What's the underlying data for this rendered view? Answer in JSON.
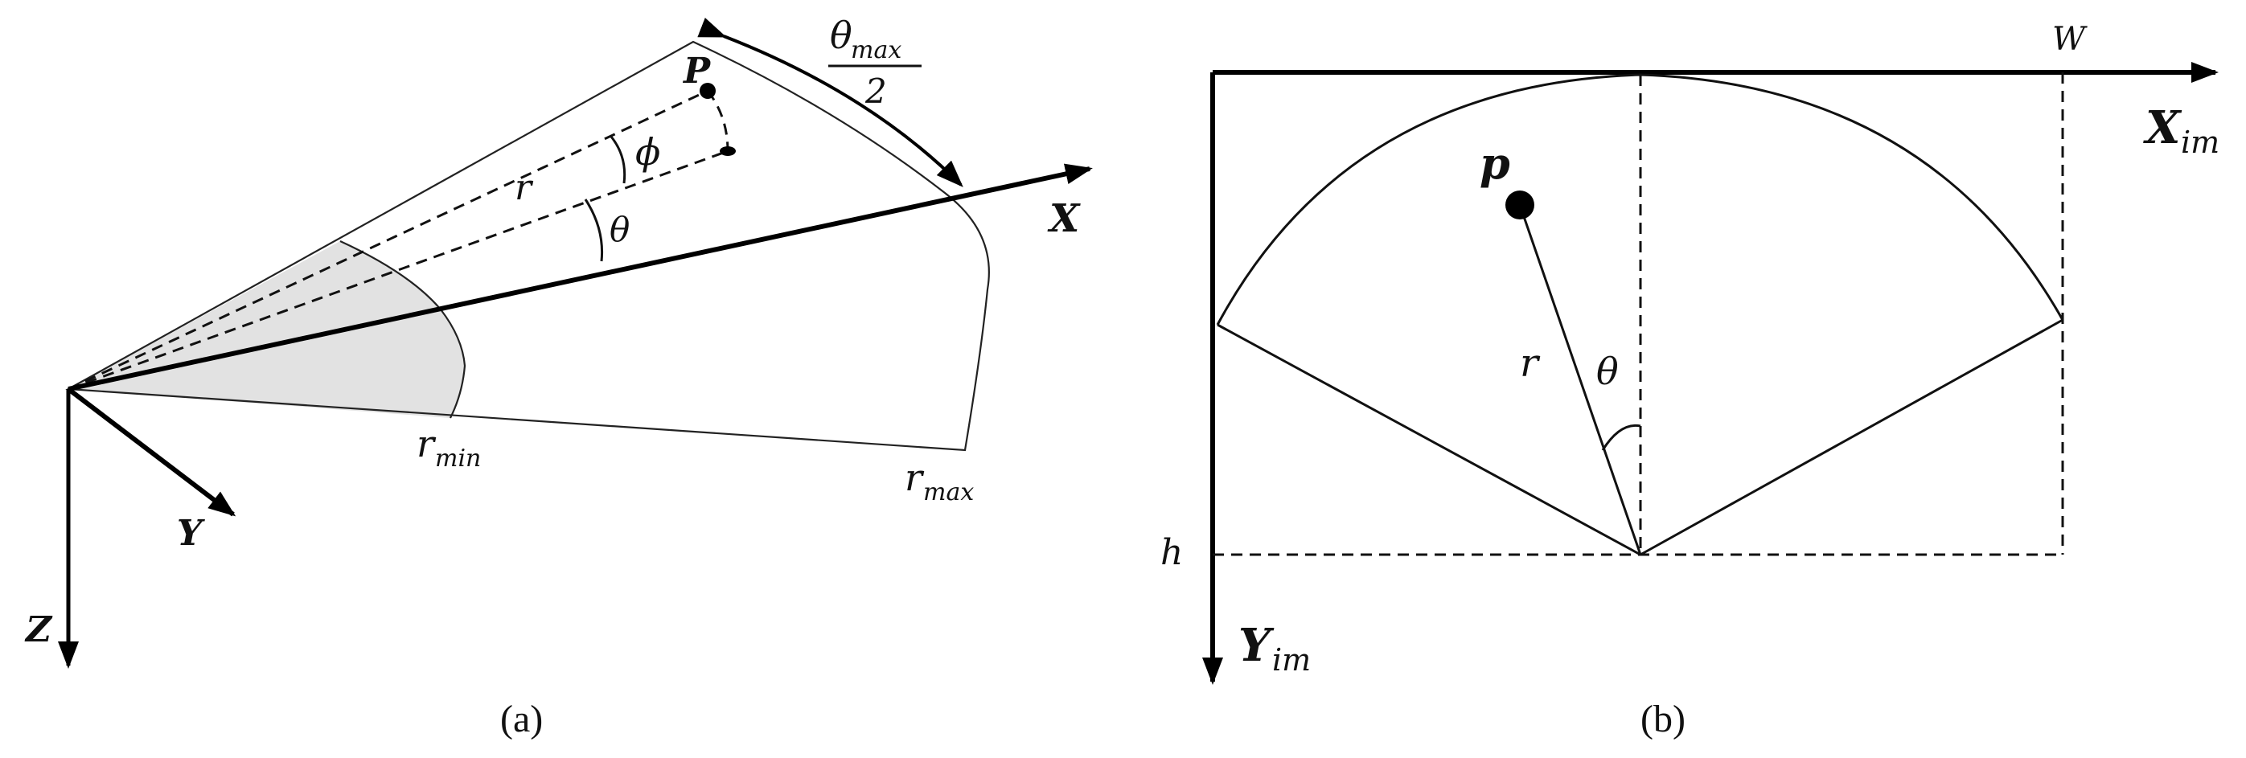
{
  "panel_a": {
    "caption": "(a)",
    "labels": {
      "point": "P",
      "range": "r",
      "elevation": "ϕ",
      "azimuth": "θ",
      "x_axis": "X",
      "y_axis": "Y",
      "z_axis": "Z",
      "r_min": "r",
      "r_min_sub": "min",
      "r_max": "r",
      "r_max_sub": "max",
      "theta_max": "θ",
      "theta_max_sub": "max",
      "theta_max_den": "2"
    }
  },
  "panel_b": {
    "caption": "(b)",
    "labels": {
      "point": "p",
      "range": "r",
      "azimuth": "θ",
      "width": "W",
      "height": "h",
      "x_axis": "X",
      "x_axis_sub": "im",
      "y_axis": "Y",
      "y_axis_sub": "im"
    }
  },
  "colors": {
    "line": "#000000",
    "shade": "#e2e2e2"
  }
}
